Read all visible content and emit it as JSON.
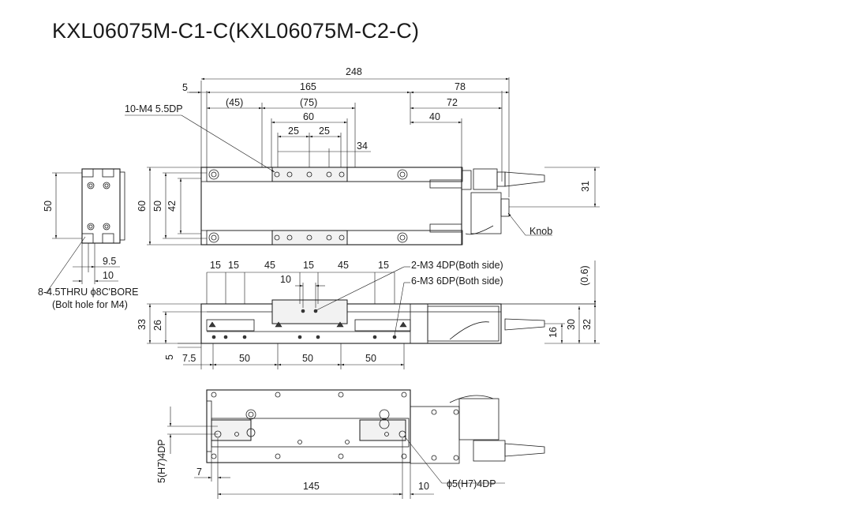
{
  "title": "KXL06075M-C1-C(KXL06075M-C2-C)",
  "top_view": {
    "dims": {
      "overall": "248",
      "left_offset": "5",
      "body": "165",
      "right": "78",
      "p45": "(45)",
      "p75": "(75)",
      "r72": "72",
      "r40": "40",
      "c60": "60",
      "c25a": "25",
      "c25b": "25",
      "c34": "34",
      "h60": "60",
      "h50": "50",
      "h42": "42",
      "h31": "31"
    },
    "labels": {
      "holes": "10-M4 5.5DP",
      "knob": "Knob"
    }
  },
  "end_view": {
    "dims": {
      "h50": "50",
      "d95": "9.5",
      "d10": "10"
    },
    "labels": {
      "thru": "8-4.5THRU ϕ8C'BORE",
      "bolt": "(Bolt hole for M4)"
    }
  },
  "side_view": {
    "dims": {
      "d15a": "15",
      "d15b": "15",
      "d45a": "45",
      "d15c": "15",
      "d45b": "45",
      "d15d": "15",
      "d10": "10",
      "p06": "(0.6)",
      "h33": "33",
      "h26": "26",
      "h16": "16",
      "h30": "30",
      "h32": "32",
      "d5": "5",
      "d75": "7.5",
      "d50a": "50",
      "d50b": "50",
      "d50c": "50"
    },
    "labels": {
      "m3_4dp": "2-M3 4DP(Both side)",
      "m3_6dp": "6-M3 6DP(Both side)"
    }
  },
  "bottom_view": {
    "dims": {
      "d7": "7",
      "d145": "145",
      "d10": "10"
    },
    "labels": {
      "pin_v": "5(H7)4DP",
      "pin_h": "ϕ5(H7)4DP"
    }
  }
}
